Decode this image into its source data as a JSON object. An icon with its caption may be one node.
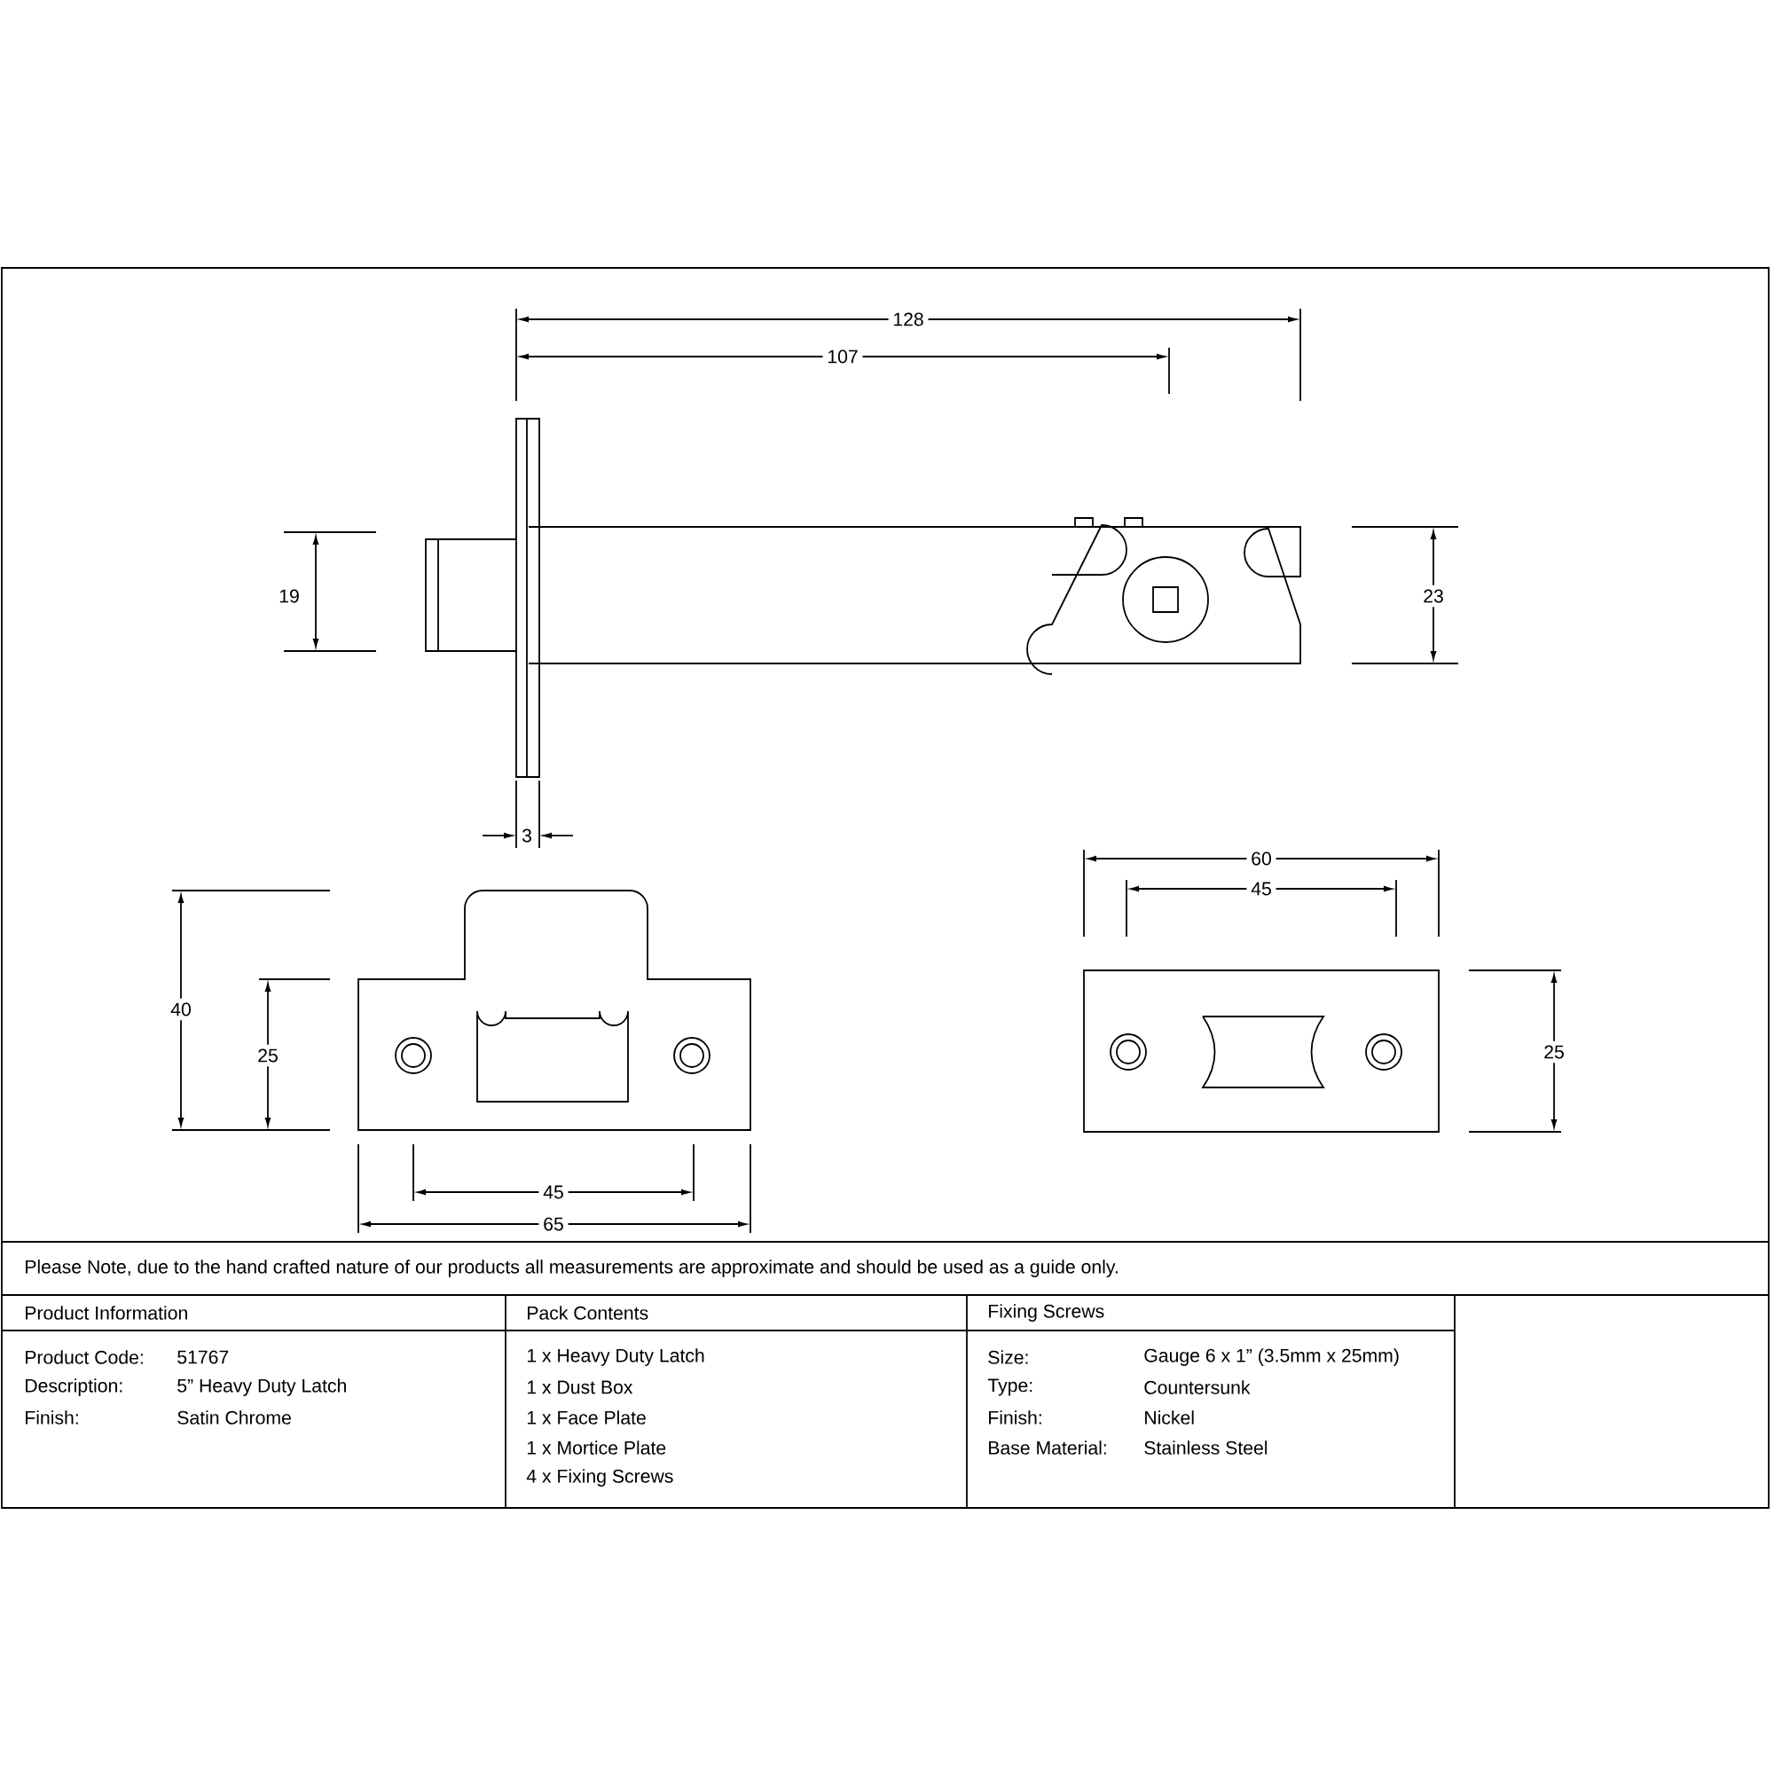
{
  "diagram": {
    "labels": [
      "128",
      "107",
      "19",
      "23",
      "3",
      "60",
      "45",
      "40",
      "25",
      "25",
      "45",
      "65",
      "Please Note, due to the hand crafted nature of our products all measurements are approximate and should be used as a guide only.",
      "Product Information",
      "Pack Contents",
      "Fixing Screws",
      "Product Code:",
      "51767",
      "1 x Heavy Duty Latch",
      "Size:",
      "Gauge 6 x 1” (3.5mm x 25mm)",
      "Description:",
      "5” Heavy Duty Latch",
      "1 x Dust Box",
      "Type:",
      "Countersunk",
      "Finish:",
      "Satin Chrome",
      "1 x Face Plate",
      "Finish:",
      "Nickel",
      "1 x Mortice Plate",
      "Base Material:",
      "Stainless Steel",
      "4 x Fixing Screws"
    ]
  }
}
